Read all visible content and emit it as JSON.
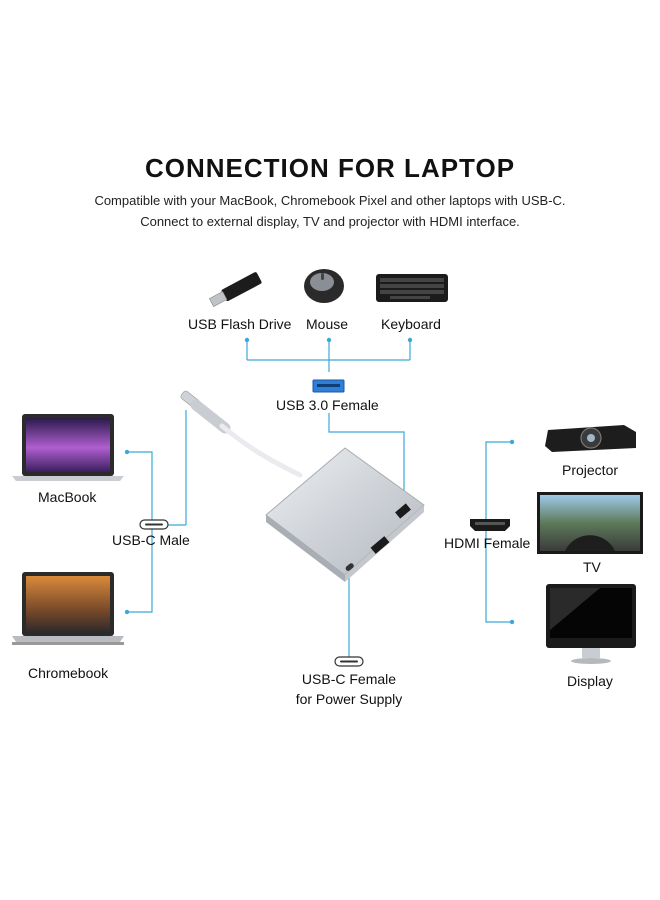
{
  "header": {
    "title": "CONNECTION FOR LAPTOP",
    "line1": "Compatible with your MacBook, Chromebook Pixel and other laptops with USB-C.",
    "line2": "Connect to external display, TV and projector with HDMI interface."
  },
  "labels": {
    "usb_flash_drive": "USB Flash Drive",
    "mouse": "Mouse",
    "keyboard": "Keyboard",
    "usb30_female": "USB 3.0 Female",
    "macbook": "MacBook",
    "usbc_male": "USB-C Male",
    "chromebook": "Chromebook",
    "usbc_female_line1": "USB-C Female",
    "usbc_female_line2": "for Power Supply",
    "projector": "Projector",
    "hdmi_female": "HDMI Female",
    "tv": "TV",
    "display": "Display"
  },
  "icons": [
    "usb-flash-drive-icon",
    "mouse-icon",
    "keyboard-icon",
    "usb-a-port-icon",
    "laptop-icon",
    "usb-c-port-icon",
    "hdmi-port-icon",
    "projector-icon",
    "tv-icon",
    "monitor-icon",
    "adapter-hub-icon"
  ],
  "colors": {
    "connector_line": "#3aa9d8",
    "usb3_blue": "#2f7fd6",
    "adapter_silver": "#cfd3d8"
  }
}
